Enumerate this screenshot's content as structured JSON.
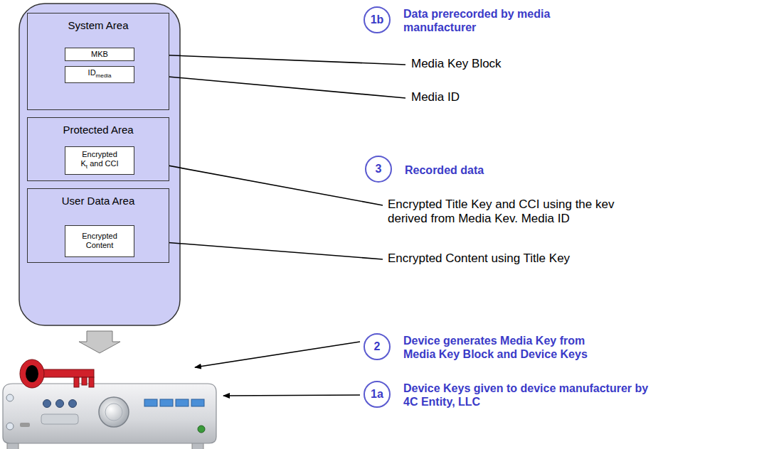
{
  "diagram": {
    "nodes": [
      {
        "text": [
          "System Area"
        ]
      },
      {
        "text": [
          "MKB"
        ],
        "in": 0
      },
      {
        "text": [
          "ID",
          "media"
        ],
        "in": 0
      },
      {
        "text": [
          "Protected Area"
        ]
      },
      {
        "text": [
          "Encrypted",
          "K",
          "t",
          "and CCI"
        ],
        "in": 3
      },
      {
        "text": [
          "User Data Area"
        ]
      },
      {
        "text": [
          "Encrypted Content"
        ],
        "in": 5
      },
      {
        "text": [
          "1b",
          "Data prerecorded by media manufacturer"
        ]
      },
      {
        "text": [
          "3",
          "Recorded data"
        ]
      },
      {
        "text": [
          "2",
          "Device generates Media Key from Media Key Block and Device Keys"
        ]
      },
      {
        "text": [
          "1a",
          "Device Keys given to device manufacturer by 4C Entity, LLC"
        ]
      }
    ],
    "labels": [
      "Media Key Block",
      "Media ID",
      "Encrypted Title Key and CCI using the kev derived from Media Kev. Media ID",
      "Encrypted Content using Title Key"
    ]
  }
}
